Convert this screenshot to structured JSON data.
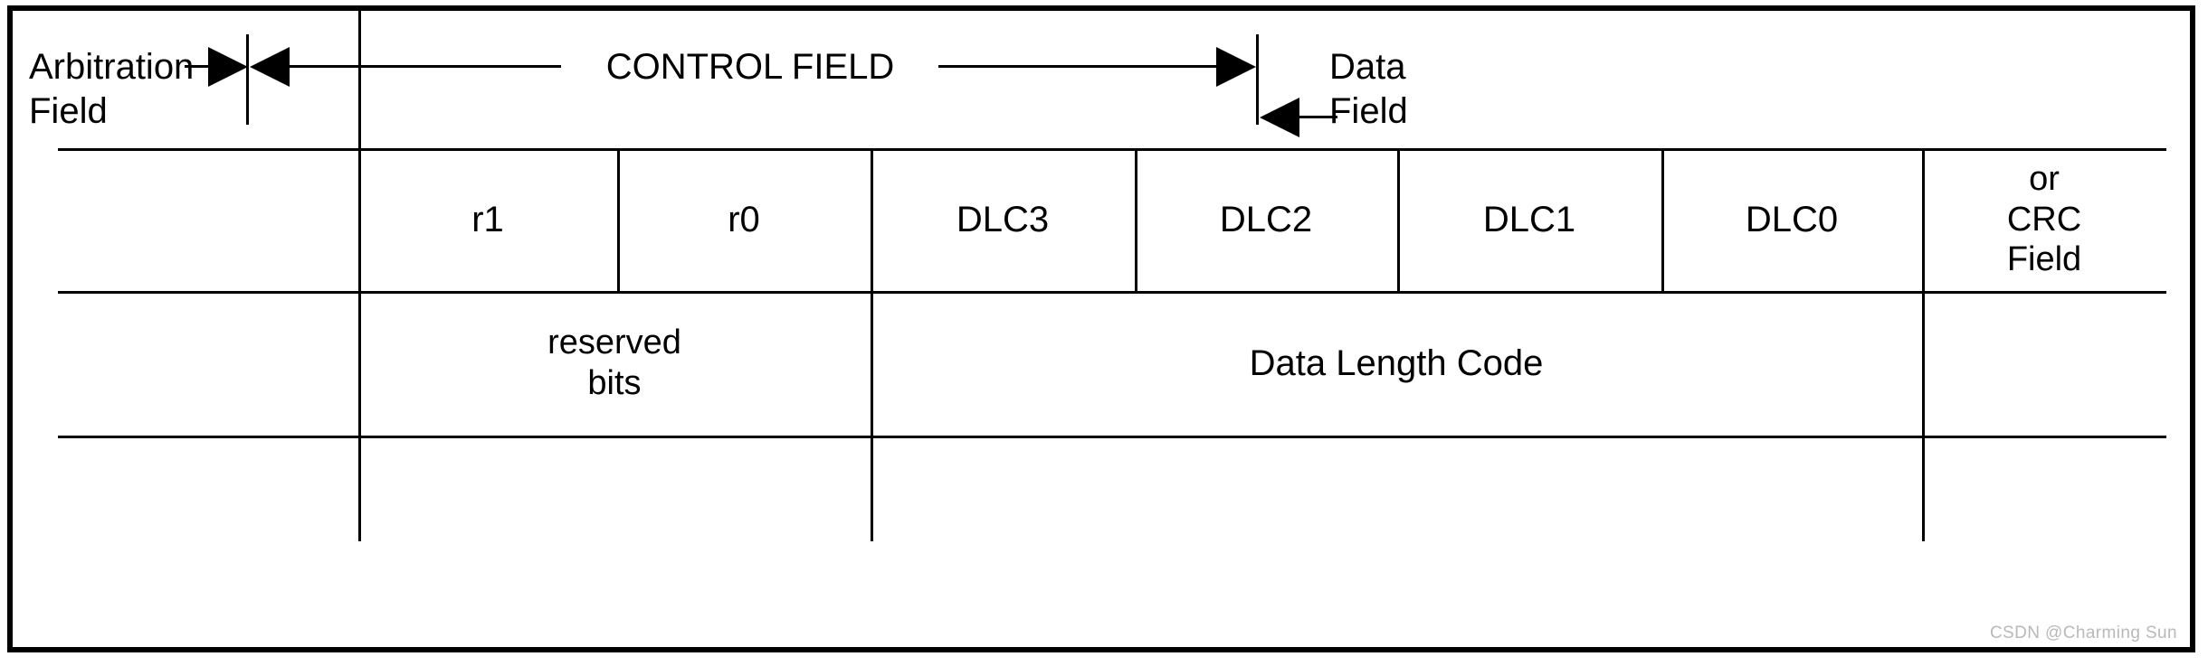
{
  "diagram": {
    "title": "CONTROL FIELD",
    "left_label": "Arbitration\nField",
    "right_label": "Data\nField",
    "bit_cells": [
      {
        "name": "spacer-left",
        "label": ""
      },
      {
        "name": "r1",
        "label": "r1"
      },
      {
        "name": "r0",
        "label": "r0"
      },
      {
        "name": "dlc3",
        "label": "DLC3"
      },
      {
        "name": "dlc2",
        "label": "DLC2"
      },
      {
        "name": "dlc1",
        "label": "DLC1"
      },
      {
        "name": "dlc0",
        "label": "DLC0"
      },
      {
        "name": "crc",
        "label": "or\nCRC\nField"
      }
    ],
    "group_labels": [
      {
        "name": "group-spacer-left",
        "label": ""
      },
      {
        "name": "reserved-bits",
        "label": "reserved\nbits"
      },
      {
        "name": "data-length-code",
        "label": "Data Length Code"
      },
      {
        "name": "group-spacer-right",
        "label": ""
      }
    ],
    "watermark": "CSDN @Charming Sun",
    "colors": {
      "line": "#000000",
      "background": "#ffffff",
      "watermark": "#b9b9b9"
    }
  }
}
